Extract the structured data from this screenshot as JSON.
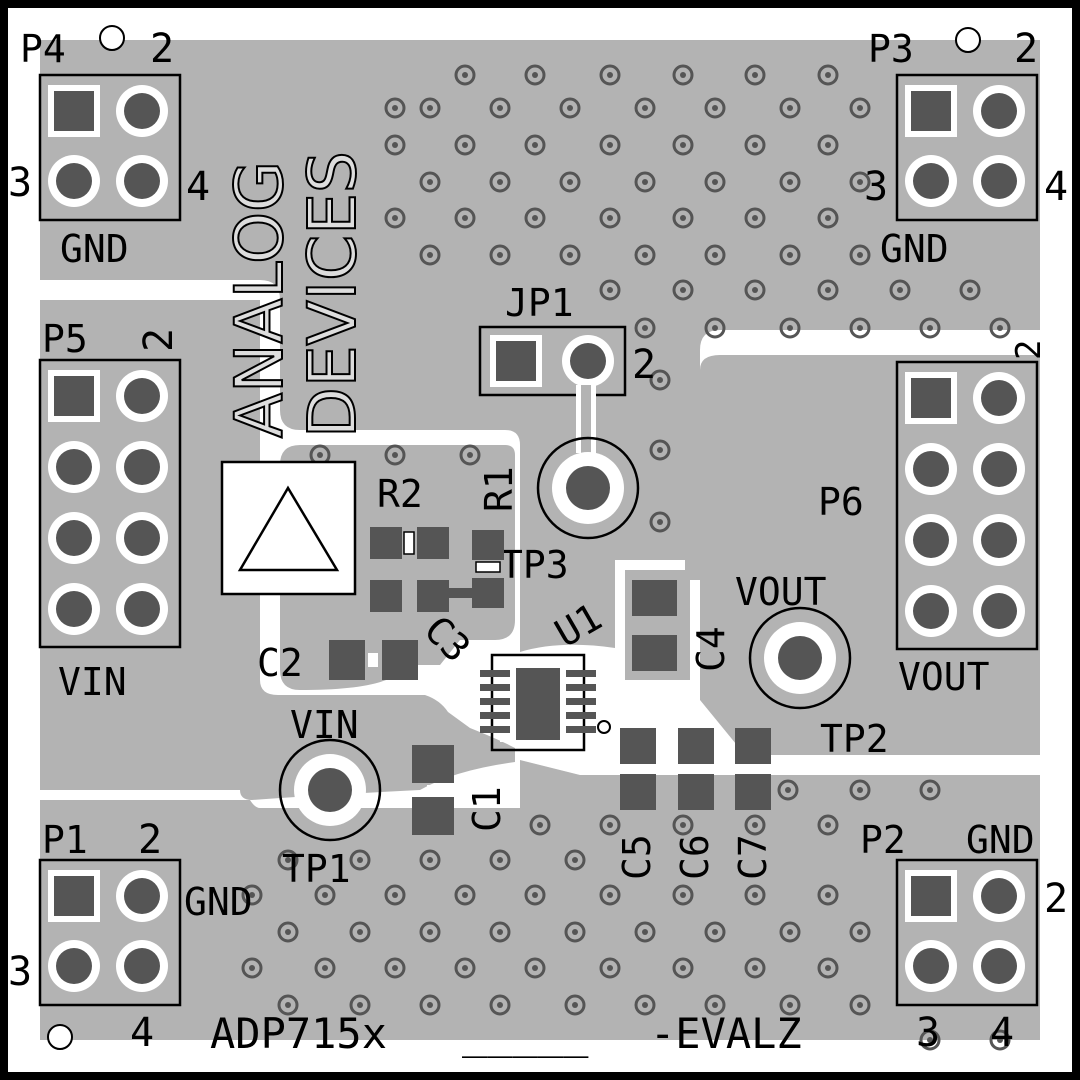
{
  "board": {
    "bottom_label_left": "ADP715x",
    "bottom_label_blank": "_____",
    "bottom_label_right": "-EVALZ",
    "logo_line1": "ANALOG",
    "logo_line2": "DEVICES"
  },
  "colors": {
    "copper": "#b3b3b3",
    "substrate": "#ffffff",
    "pad": "#555555",
    "silkscreen": "#000000",
    "frame": "#000000"
  },
  "connectors": {
    "p4": {
      "ref": "P4",
      "pin2": "2",
      "pin3": "3",
      "pin4": "4",
      "net": "GND"
    },
    "p3": {
      "ref": "P3",
      "pin2": "2",
      "pin3": "3",
      "pin4": "4",
      "net": "GND"
    },
    "p5": {
      "ref": "P5",
      "pin2": "2",
      "net": "VIN"
    },
    "p6": {
      "ref": "P6",
      "pin2": "2",
      "net": "VOUT"
    },
    "p1": {
      "ref": "P1",
      "pin2": "2",
      "pin3": "3",
      "pin4": "4",
      "net": "GND"
    },
    "p2": {
      "ref": "P2",
      "pin2": "2",
      "pin3": "3",
      "pin4": "4",
      "net": "GND"
    },
    "jp1": {
      "ref": "JP1",
      "pin2": "2"
    }
  },
  "testpoints": {
    "tp1": {
      "ref": "TP1",
      "net": "VIN"
    },
    "tp2": {
      "ref": "TP2",
      "net": "VOUT"
    },
    "tp3": {
      "ref": "TP3"
    }
  },
  "components": {
    "r1": "R1",
    "r2": "R2",
    "c1": "C1",
    "c2": "C2",
    "c3": "C3",
    "c4": "C4",
    "c5": "C5",
    "c6": "C6",
    "c7": "C7",
    "u1": "U1"
  }
}
